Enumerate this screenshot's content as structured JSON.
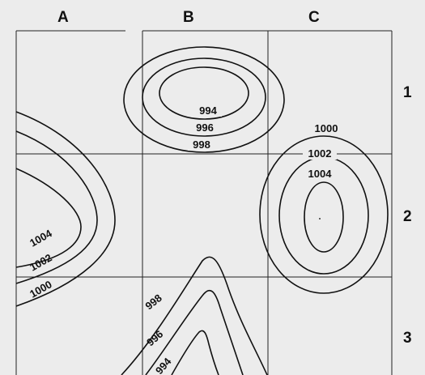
{
  "columns": [
    "A",
    "B",
    "C"
  ],
  "rows": [
    "1",
    "2",
    "3"
  ],
  "isobars": {
    "high_center_b1": [
      "994",
      "996",
      "998"
    ],
    "c2_system": [
      "1000",
      "1002",
      "1004"
    ],
    "a2_system": [
      "1004",
      "1002",
      "1000"
    ],
    "trough_b3": [
      "998",
      "996",
      "994"
    ]
  },
  "colors": {
    "background": "#ececec",
    "line": "#111111"
  }
}
